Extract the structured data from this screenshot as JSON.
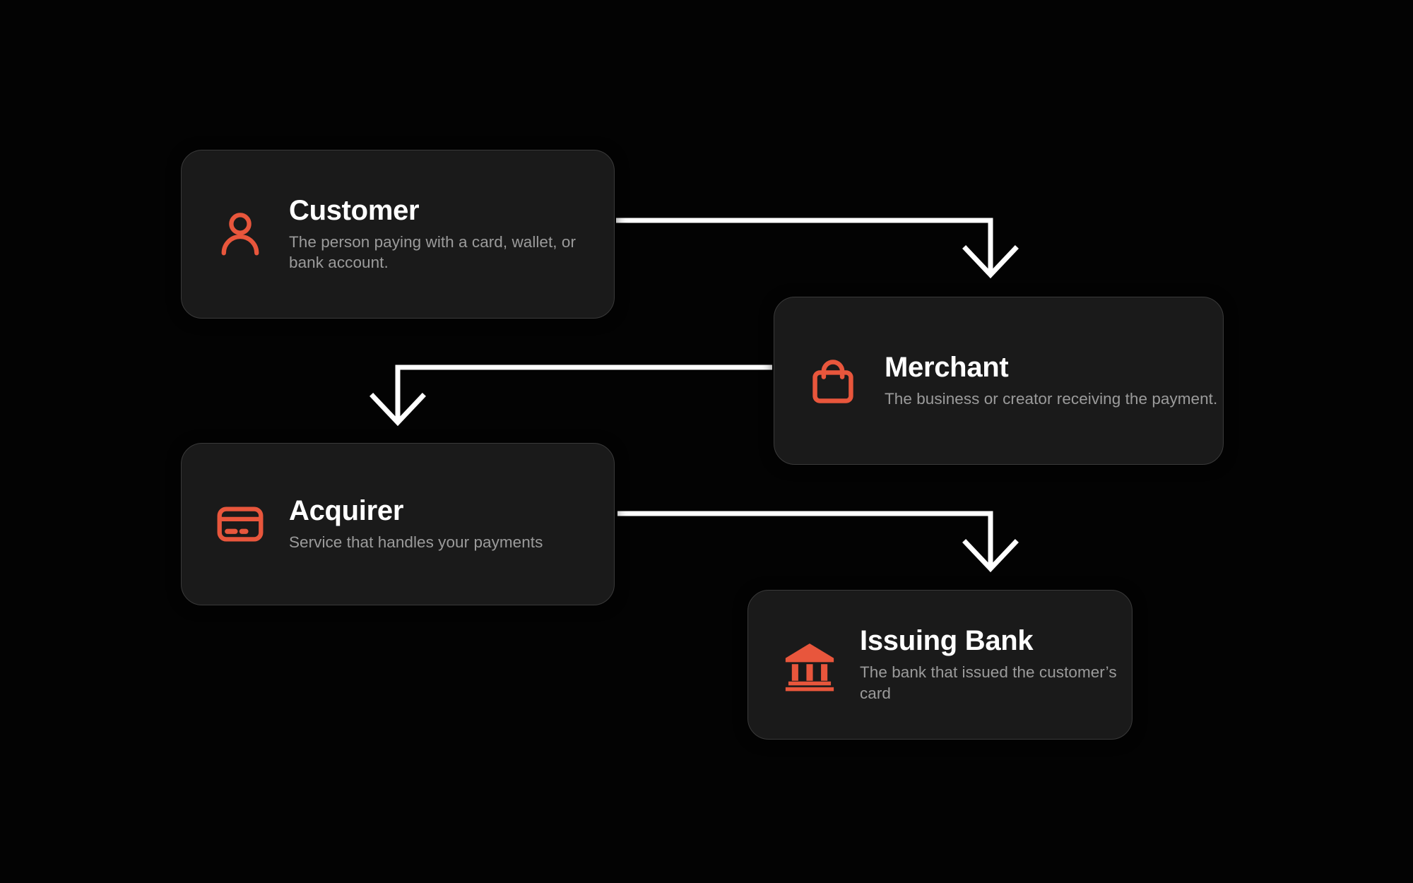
{
  "theme": {
    "background": "#030303",
    "card_background": "#1a1a1a",
    "card_border": "#3a3a3a",
    "accent": "#E8563C",
    "title_color": "#ffffff",
    "description_color": "#9b9b9b",
    "connector_color": "#ffffff"
  },
  "diagram": {
    "type": "flowchart",
    "nodes": [
      {
        "id": "customer",
        "title": "Customer",
        "description": "The person paying with a card, wallet, or bank account.",
        "icon": "person-icon"
      },
      {
        "id": "merchant",
        "title": "Merchant",
        "description": "The business or creator receiving the payment.",
        "icon": "shopping-bag-icon"
      },
      {
        "id": "acquirer",
        "title": "Acquirer",
        "description": "Service that handles your payments",
        "icon": "credit-card-icon"
      },
      {
        "id": "bank",
        "title": "Issuing Bank",
        "description": "The bank that issued the customer’s card",
        "icon": "bank-icon"
      }
    ],
    "edges": [
      {
        "id": "customer-to-merchant",
        "from": "customer",
        "to": "merchant",
        "style": "elbow-arrow"
      },
      {
        "id": "merchant-to-acquirer",
        "from": "merchant",
        "to": "acquirer",
        "style": "elbow-arrow"
      },
      {
        "id": "acquirer-to-bank",
        "from": "acquirer",
        "to": "bank",
        "style": "elbow-arrow"
      }
    ]
  }
}
